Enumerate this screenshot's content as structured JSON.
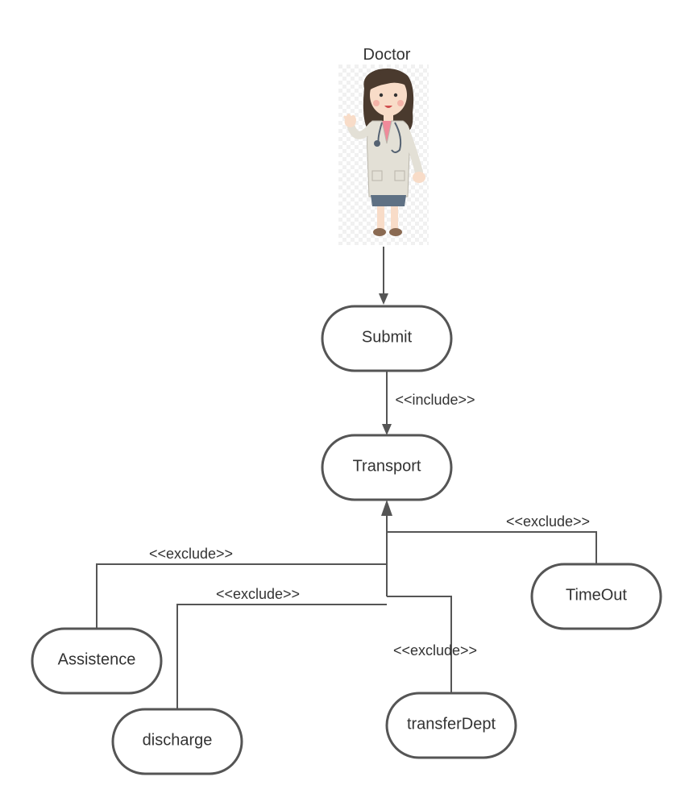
{
  "actor": {
    "label": "Doctor"
  },
  "nodes": {
    "submit": "Submit",
    "transport": "Transport",
    "timeout": "TimeOut",
    "assistence": "Assistence",
    "discharge": "discharge",
    "transferdept": "transferDept"
  },
  "edges": {
    "include": "<<include>>",
    "exclude_timeout": "<<exclude>>",
    "exclude_assistence": "<<exclude>>",
    "exclude_discharge": "<<exclude>>",
    "exclude_transferdept": "<<exclude>>"
  },
  "colors": {
    "stroke": "#555555",
    "text": "#333333",
    "coat": "#e3e0d6",
    "hair": "#4a3a2e",
    "skin": "#f8dcc8",
    "skirt": "#5f7184",
    "checker": "#f1f1f1"
  }
}
